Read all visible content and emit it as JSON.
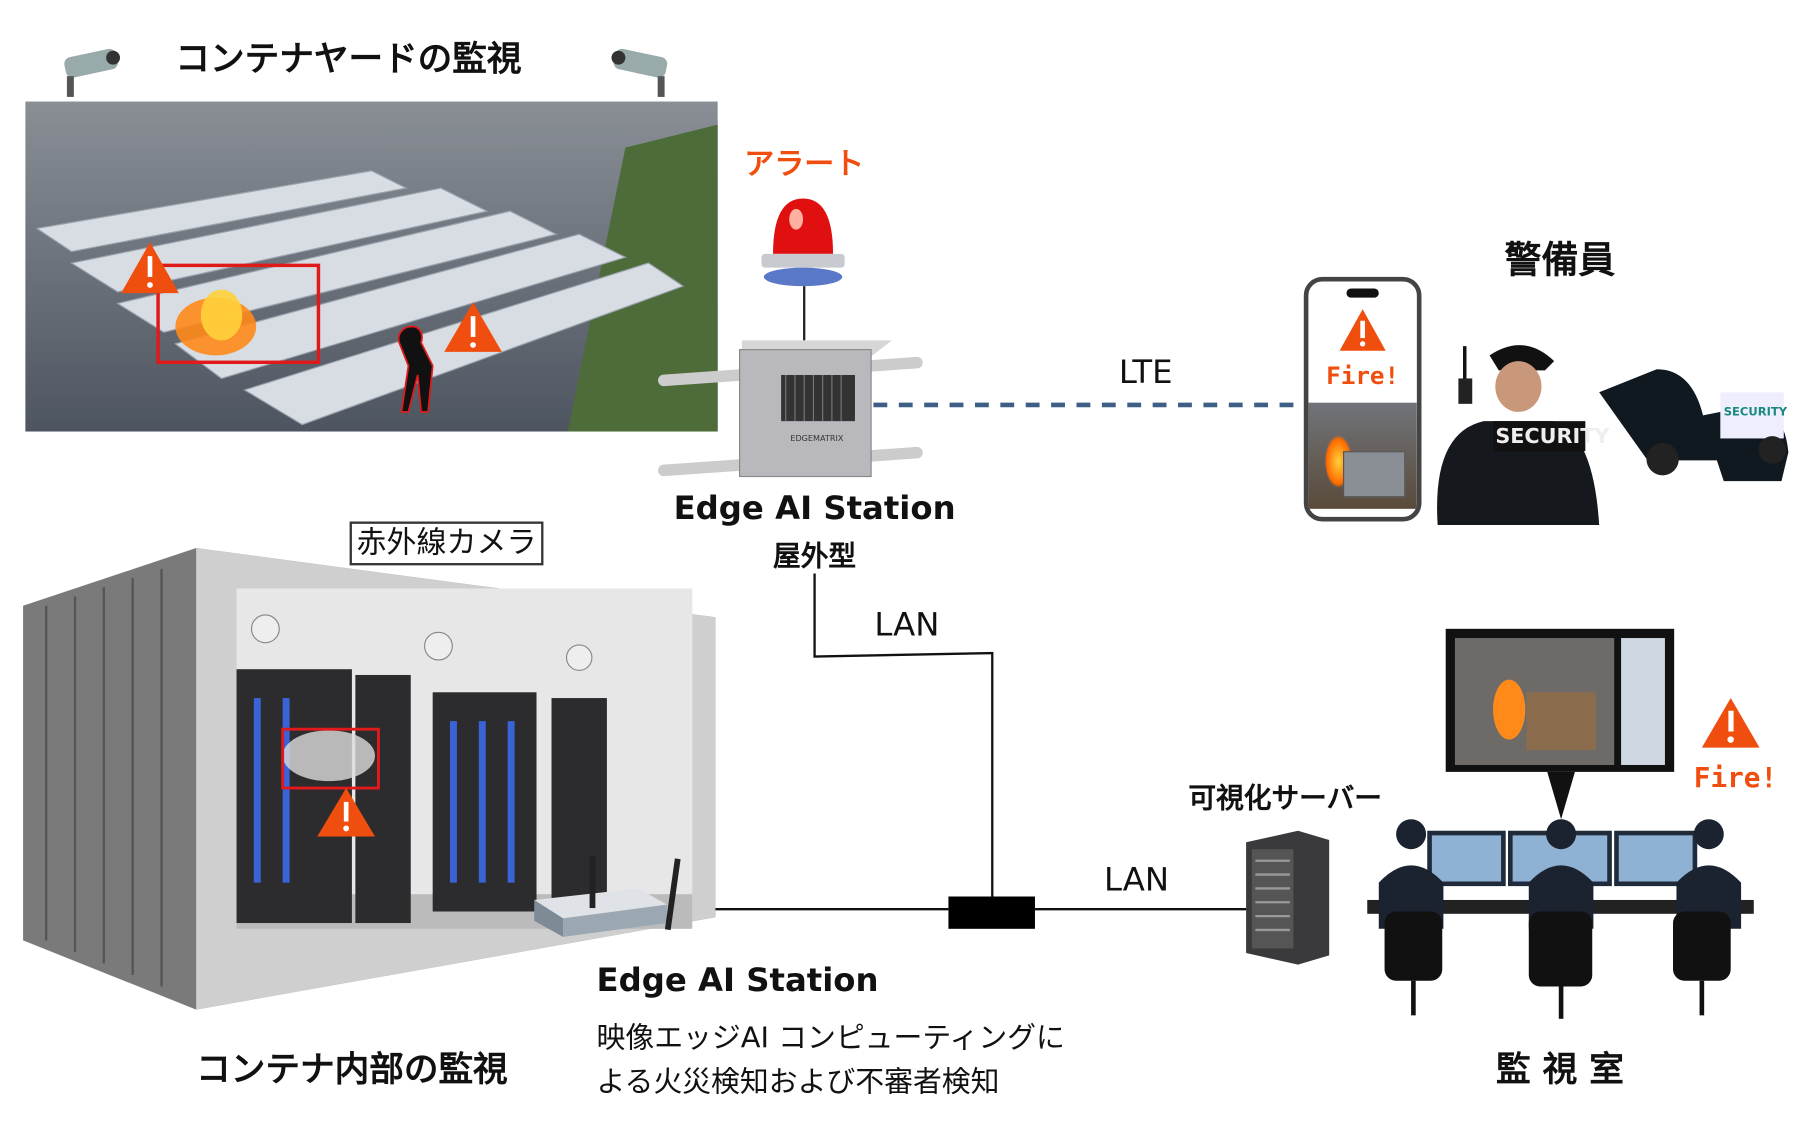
{
  "yard": {
    "title": "コンテナヤードの監視"
  },
  "alert": {
    "label": "アラート"
  },
  "outdoor_station": {
    "name": "Edge AI Station",
    "type": "屋外型",
    "brand": "EDGEMATRIX"
  },
  "links": {
    "lte": "LTE",
    "lan_top": "LAN",
    "lan_right": "LAN"
  },
  "guard": {
    "title": "警備員",
    "phone_alert": "Fire!",
    "vest_text": "SECURITY",
    "car_text": "SECURITY"
  },
  "interior": {
    "title": "コンテナ内部の監視",
    "camera_label": "赤外線カメラ"
  },
  "indoor_station": {
    "name": "Edge AI Station",
    "desc_line1": "映像エッジAI コンピューティングに",
    "desc_line2": "よる火災検知および不審者検知"
  },
  "server": {
    "label": "可視化サーバー"
  },
  "control_room": {
    "title": "監 視 室",
    "alert": "Fire!"
  },
  "colors": {
    "alert_orange": "#f04e0f",
    "lte_line": "#3d5f86",
    "detection_box": "#e01a1a"
  }
}
